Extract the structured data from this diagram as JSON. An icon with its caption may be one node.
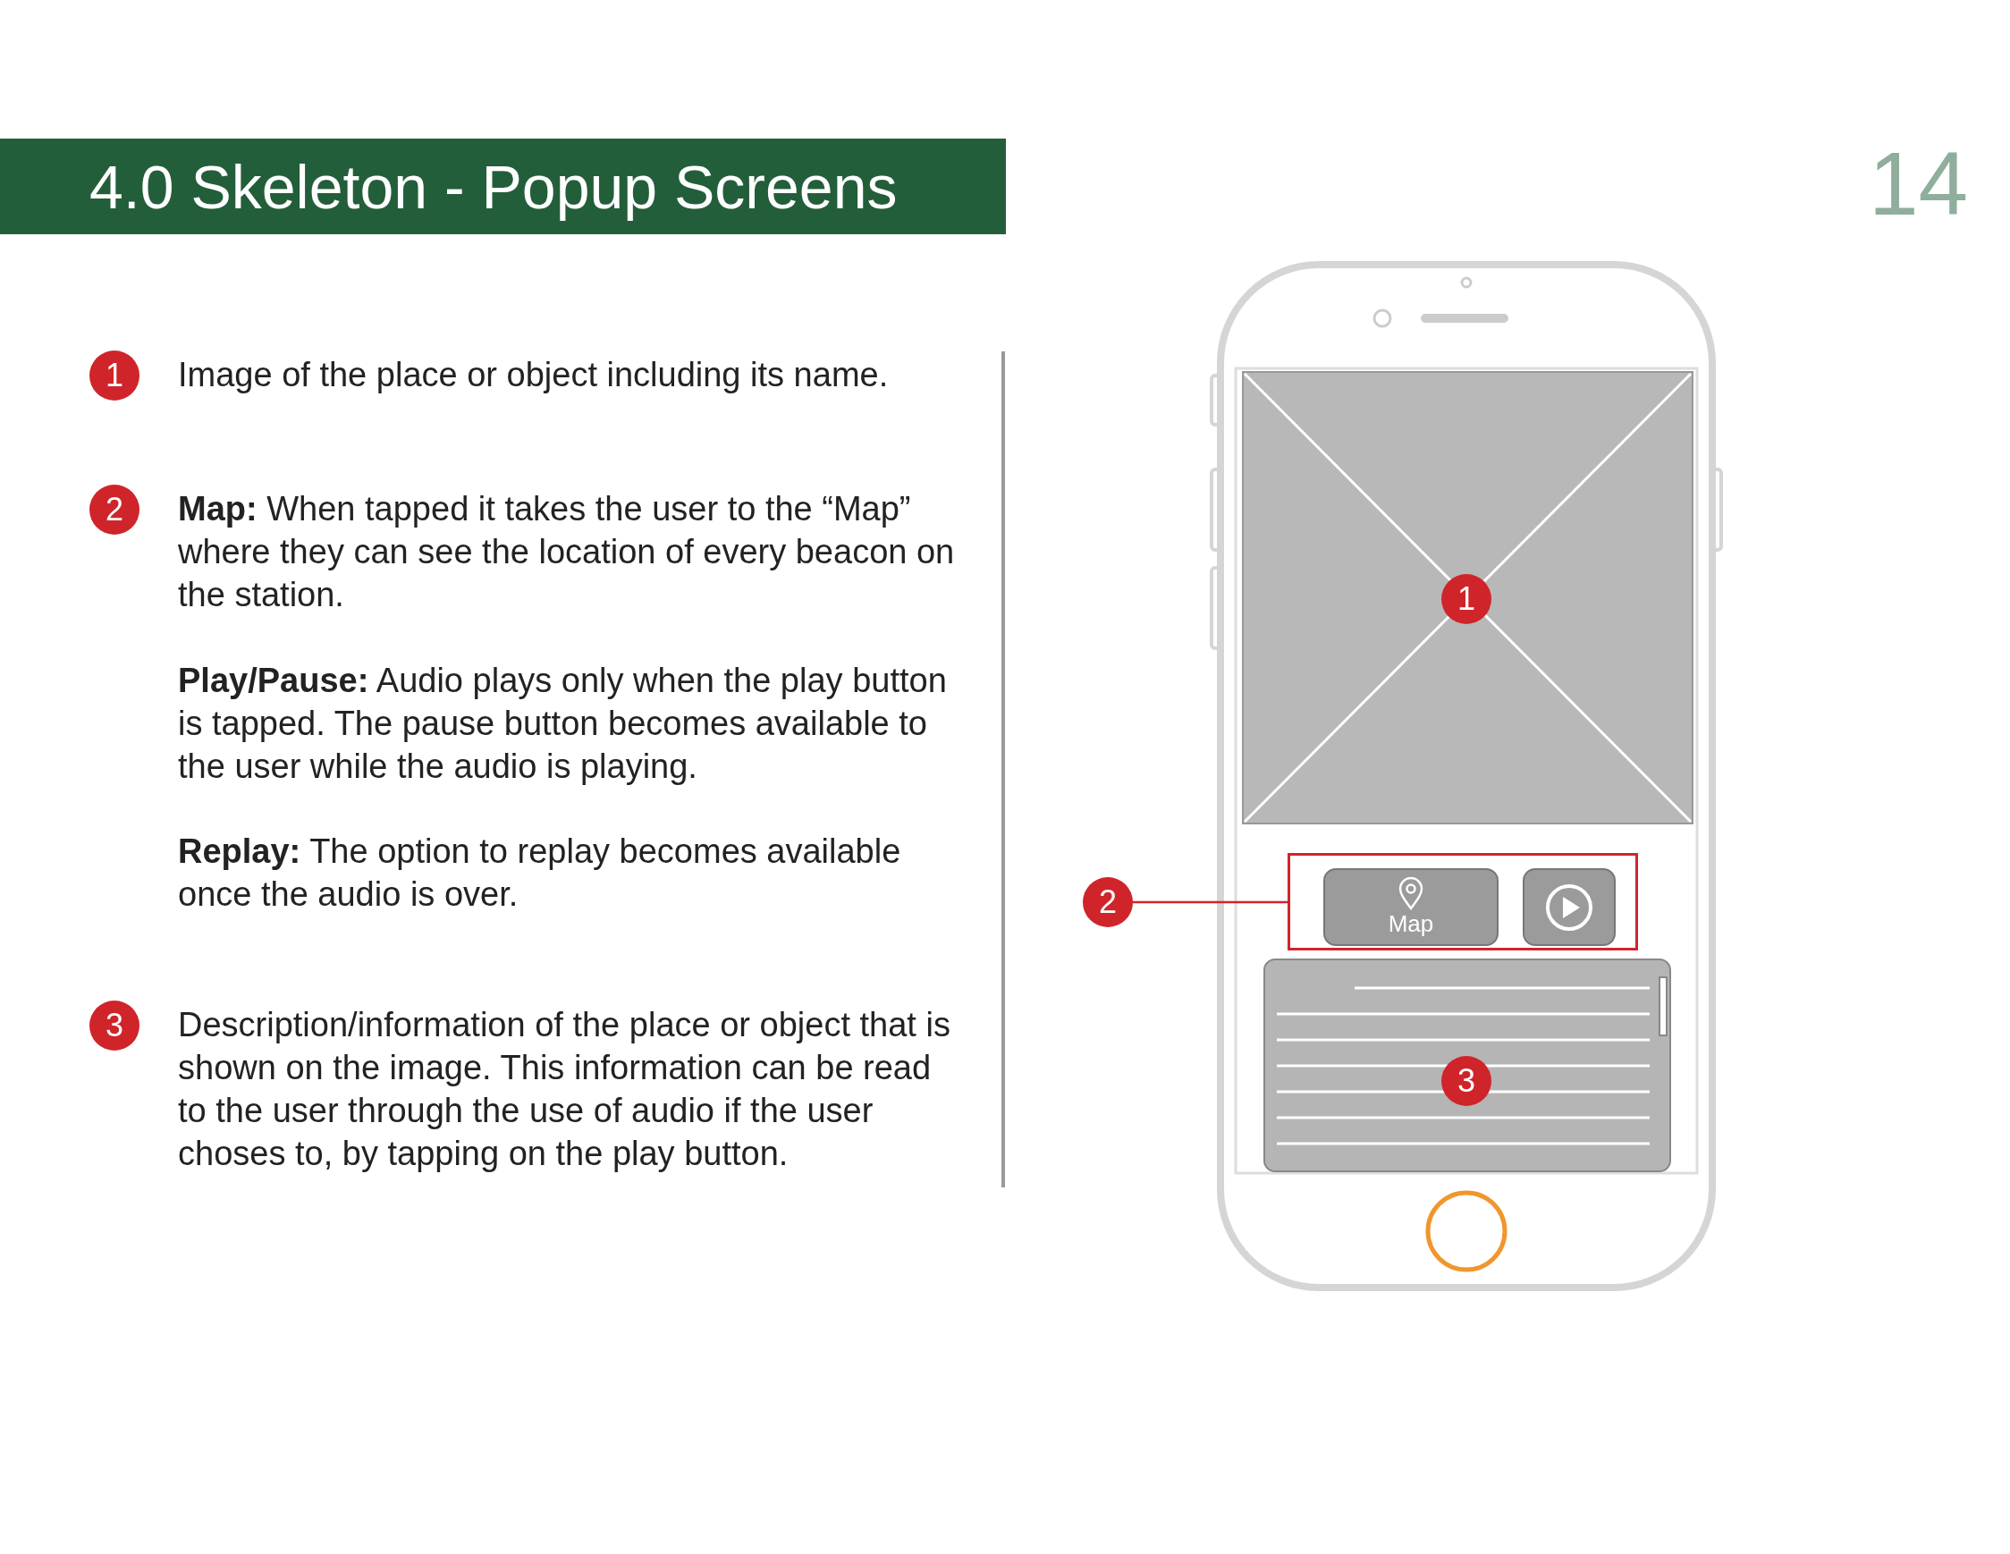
{
  "diagram": {
    "title": "4.0 Skeleton - Popup Screens",
    "nodes": [
      {
        "text": [
          "1"
        ]
      },
      {
        "text": [
          "2"
        ]
      },
      {
        "text": [
          "3"
        ]
      },
      {
        "text": [
          "1"
        ]
      },
      {
        "text": [
          "2"
        ]
      },
      {
        "text": [],
        "shape": "box"
      },
      {
        "text": [
          "Map"
        ],
        "in": 5
      },
      {
        "text": [],
        "shape": "box",
        "in": 5
      },
      {
        "text": [
          "3"
        ]
      }
    ],
    "edges": [
      {
        "from": 4,
        "to": 5,
        "arrow": "none"
      }
    ],
    "labels": [
      "14",
      "Image of the place or object including its name.",
      "**Map:** When tapped it takes the user to the “Map” where they can see the location of every beacon on the station.",
      "**Play/Pause:** Audio plays only when the play button is tapped. The pause button becomes available to the user while the audio is playing.",
      "**Replay:** The option to replay becomes available once the audio is over.",
      "Description/information of the place or object that is shown on the image. This information can be read to the user through the use of audio if the user choses to, by tapping on the play button."
    ]
  }
}
